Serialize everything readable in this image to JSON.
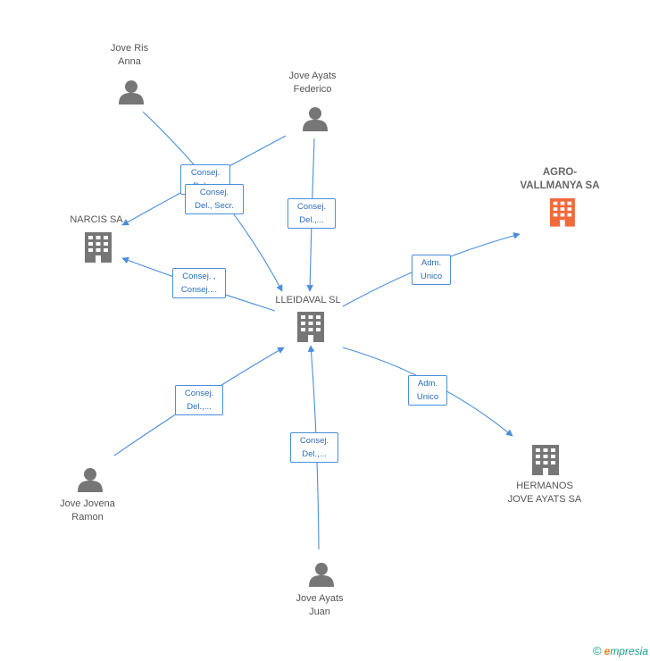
{
  "colors": {
    "edge": "#4a8fd8",
    "node_gray": "#767676",
    "node_highlight": "#f26a3c",
    "label_text": "#555555"
  },
  "nodes": {
    "jove_ris_anna": {
      "line1": "Jove Ris",
      "line2": "Anna",
      "icon": "person-icon"
    },
    "jove_ayats_federico": {
      "line1": "Jove Ayats",
      "line2": "Federico",
      "icon": "person-icon"
    },
    "agro_vallmanya": {
      "line1": "AGRO-",
      "line2": "VALLMANYA SA",
      "icon": "building-icon"
    },
    "narcis": {
      "line1": "NARCIS SA",
      "icon": "building-icon"
    },
    "lleidaval": {
      "line1": "LLEIDAVAL SL",
      "icon": "building-icon"
    },
    "hermanos_jove_ayats": {
      "line1": "HERMANOS",
      "line2": "JOVE AYATS SA",
      "icon": "building-icon"
    },
    "jove_jovena_ramon": {
      "line1": "Jove Jovena",
      "line2": "Ramon",
      "icon": "person-icon"
    },
    "jove_ayats_juan": {
      "line1": "Jove Ayats",
      "line2": "Juan",
      "icon": "person-icon"
    }
  },
  "relations": {
    "r1": {
      "line1": "Consej.",
      "line2": "Del.,..."
    },
    "r2": {
      "line1": "Consej.",
      "line2": "Del., Secr."
    },
    "r3": {
      "line1": "Consej.",
      "line2": "Del.,..."
    },
    "r4": {
      "line1": "Consej. ,",
      "line2": "Consej...."
    },
    "r5": {
      "line1": "Adm.",
      "line2": "Unico"
    },
    "r6": {
      "line1": "Adm.",
      "line2": "Unico"
    },
    "r7": {
      "line1": "Consej.",
      "line2": "Del.,..."
    },
    "r8": {
      "line1": "Consej.",
      "line2": "Del.,..."
    }
  },
  "credit": {
    "copyright": "©",
    "brand_first": "e",
    "brand_rest": "mpresia"
  }
}
